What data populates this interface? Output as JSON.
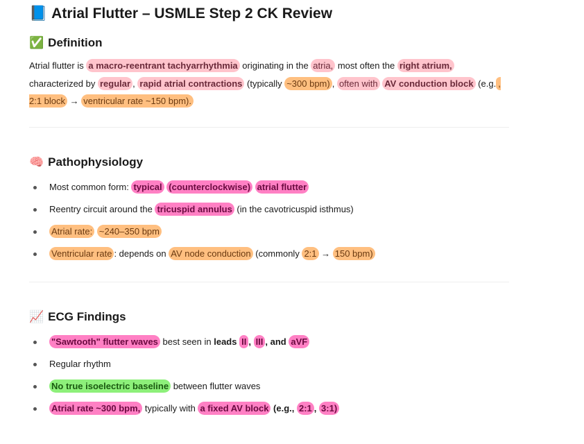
{
  "title": {
    "emoji": "📘",
    "text": "Atrial Flutter – USMLE Step 2 CK Review"
  },
  "colors": {
    "lightpink": "#ffc4cc",
    "orange": "#ffbf80",
    "pink": "#ff80c4",
    "green": "#8df07a"
  },
  "sections": [
    {
      "emoji": "✅",
      "heading": "Definition",
      "type": "paragraph",
      "items": [
        [
          {
            "t": "Atrial flutter is "
          },
          {
            "t": "a macro-reentrant tachyarrhythmia",
            "hl": "lightpink",
            "b": true
          },
          {
            "t": " originating in the "
          },
          {
            "t": "atria,",
            "hl": "lightpink"
          },
          {
            "t": " most often the "
          },
          {
            "t": "right atrium,",
            "hl": "lightpink",
            "b": true
          },
          {
            "t": " characterized by "
          },
          {
            "t": "regular",
            "hl": "lightpink",
            "b": true
          },
          {
            "t": ", "
          },
          {
            "t": "rapid atrial contractions",
            "hl": "lightpink",
            "b": true
          },
          {
            "t": " (typically "
          },
          {
            "t": "~300 bpm)",
            "hl": "orange"
          },
          {
            "t": ", "
          },
          {
            "t": "often with",
            "hl": "lightpink"
          },
          {
            "t": " "
          },
          {
            "t": "AV conduction block",
            "hl": "lightpink",
            "b": true
          },
          {
            "t": " (e.g."
          },
          {
            "t": ", 2:1 block",
            "hl": "orange"
          },
          {
            "t": " → "
          },
          {
            "t": "ventricular rate ~150 bpm).",
            "hl": "orange"
          }
        ]
      ]
    },
    {
      "emoji": "🧠",
      "heading": "Pathophysiology",
      "type": "list",
      "items": [
        [
          {
            "t": "Most common form: "
          },
          {
            "t": "typical",
            "hl": "pink",
            "b": true
          },
          {
            "t": " "
          },
          {
            "t": "(counterclockwise)",
            "hl": "pink",
            "b": true
          },
          {
            "t": " "
          },
          {
            "t": "atrial flutter",
            "hl": "pink",
            "b": true
          }
        ],
        [
          {
            "t": "Reentry circuit around the "
          },
          {
            "t": "tricuspid annulus",
            "hl": "pink",
            "b": true
          },
          {
            "t": " (in the cavotricuspid isthmus)"
          }
        ],
        [
          {
            "t": "Atrial rate:",
            "hl": "orange"
          },
          {
            "t": " "
          },
          {
            "t": "~240–350 bpm",
            "hl": "orange"
          }
        ],
        [
          {
            "t": "Ventricular rate",
            "hl": "orange"
          },
          {
            "t": ": depends on "
          },
          {
            "t": "AV node conduction",
            "hl": "orange"
          },
          {
            "t": " (commonly "
          },
          {
            "t": "2:1",
            "hl": "orange"
          },
          {
            "t": " → "
          },
          {
            "t": "150 bpm)",
            "hl": "orange"
          }
        ]
      ]
    },
    {
      "emoji": "📈",
      "heading": "ECG Findings",
      "type": "list",
      "items": [
        [
          {
            "t": "\"Sawtooth\" flutter waves",
            "hl": "pink",
            "b": true
          },
          {
            "t": " best seen in "
          },
          {
            "t": "leads ",
            "b": true
          },
          {
            "t": "II",
            "hl": "pink",
            "b": true
          },
          {
            "t": ", ",
            "b": true
          },
          {
            "t": "III",
            "hl": "pink",
            "b": true
          },
          {
            "t": ", and ",
            "b": true
          },
          {
            "t": "aVF",
            "hl": "pink",
            "b": true
          }
        ],
        [
          {
            "t": "Regular rhythm"
          }
        ],
        [
          {
            "t": "No true isoelectric baseline",
            "hl": "green",
            "b": true
          },
          {
            "t": " between flutter waves"
          }
        ],
        [
          {
            "t": "Atrial rate ~300 bpm,",
            "hl": "pink",
            "b": true
          },
          {
            "t": " typically with "
          },
          {
            "t": "a fixed AV block",
            "hl": "pink",
            "b": true
          },
          {
            "t": " (e.g., ",
            "b": true
          },
          {
            "t": "2:1",
            "hl": "pink",
            "b": true
          },
          {
            "t": ", ",
            "b": true
          },
          {
            "t": "3:1)",
            "hl": "pink",
            "b": true
          }
        ]
      ]
    }
  ]
}
